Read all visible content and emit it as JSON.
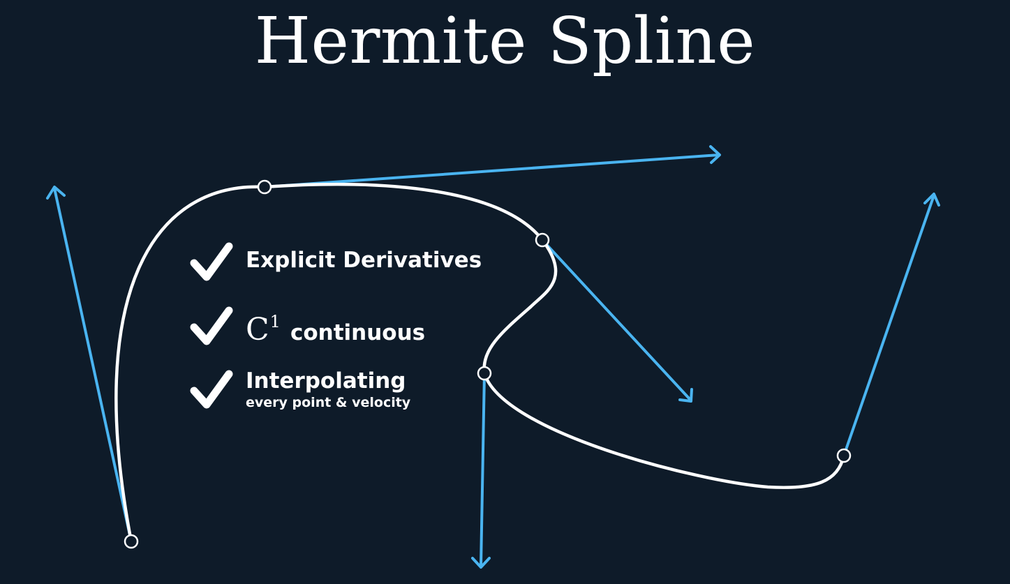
{
  "title": "Hermite Spline",
  "checklist": [
    {
      "label": "Explicit Derivatives",
      "icon": "checkmark-icon"
    },
    {
      "label_letter": "C",
      "label_superscript": "1",
      "label": "continuous",
      "icon": "checkmark-icon"
    },
    {
      "label": "Interpolating",
      "sublabel": "every point & velocity",
      "icon": "checkmark-icon"
    }
  ],
  "colors": {
    "background": "#0e1b29",
    "curve": "#ffffff",
    "tangent": "#4ab4f0",
    "text": "#ffffff"
  }
}
